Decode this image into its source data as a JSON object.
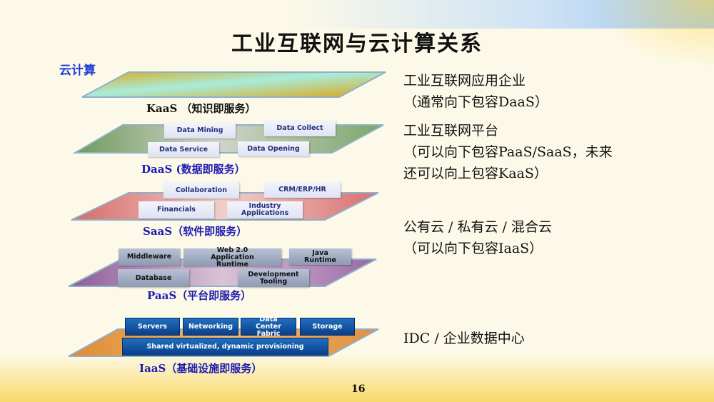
{
  "title": "工业互联网与云计算关系",
  "cloud_label": "云计算",
  "layers": {
    "kaas": {
      "label": "KaaS （知识即服务）"
    },
    "daas": {
      "label": "DaaS (数据即服务）",
      "items": [
        "Data Mining",
        "Data Collect",
        "Data Service",
        "Data Opening"
      ]
    },
    "saas": {
      "label": "SaaS（软件即服务）",
      "items": [
        "Collaboration",
        "CRM/ERP/HR",
        "Financials",
        "Industry Applications"
      ]
    },
    "paas": {
      "label": "PaaS（平台即服务）",
      "items": [
        "Middleware",
        "Web 2.0 Application Runtime",
        "Java Runtime",
        "Database",
        "Development Tooling"
      ]
    },
    "iaas": {
      "label": "IaaS（基础设施即服务）",
      "items": [
        "Servers",
        "Networking",
        "Data Center Fabric",
        "Storage",
        "Shared virtualized, dynamic provisioning"
      ]
    }
  },
  "right": {
    "r1": [
      "工业互联网应用企业",
      "（通常向下包容DaaS）"
    ],
    "r2": [
      "工业互联网平台",
      "（可以向下包容PaaS/SaaS，未来",
      "还可以向上包容KaaS）"
    ],
    "r3": [
      "公有云 / 私有云 / 混合云",
      "（可以向下包容IaaS）"
    ],
    "r4": [
      "IDC / 企业数据中心"
    ]
  },
  "page_number": "16"
}
